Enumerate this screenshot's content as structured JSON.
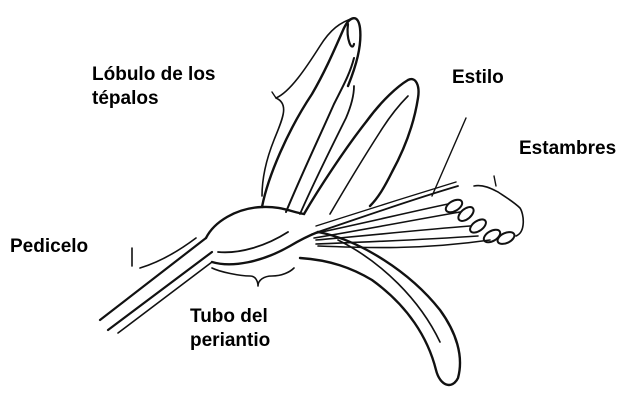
{
  "labels": {
    "tepal_lobe_line1": "Lóbulo de los",
    "tepal_lobe_line2": "tépalos",
    "style": "Estilo",
    "stamens": "Estambres",
    "pedicel": "Pedicelo",
    "tube_line1": "Tubo del",
    "tube_line2": "periantio"
  },
  "colors": {
    "ink": "#111111",
    "background": "#ffffff"
  }
}
